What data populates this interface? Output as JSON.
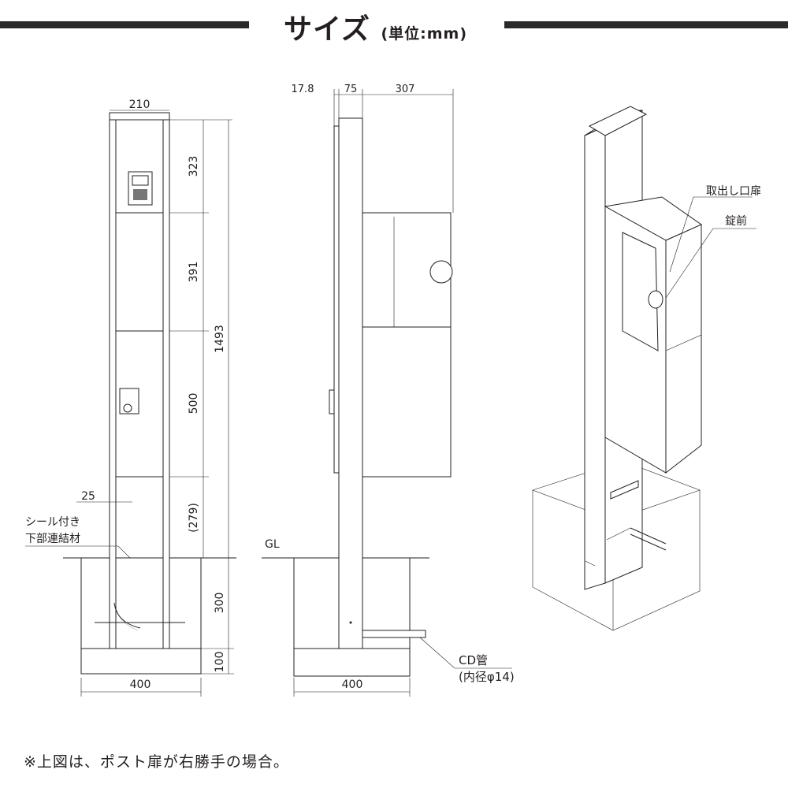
{
  "header": {
    "title": "サイズ",
    "unit": "(単位:mm)"
  },
  "front_view": {
    "width": "210",
    "dims": [
      "323",
      "391",
      "500",
      "(279)"
    ],
    "total": "1493",
    "post_width": "25",
    "depth": "300",
    "gravel": "100",
    "base_width": "400",
    "seal_label_1": "シール付き",
    "seal_label_2": "下部連結材"
  },
  "side_view": {
    "dims": [
      "17.8",
      "75",
      "307"
    ],
    "gl": "GL",
    "base_width": "400",
    "pipe_label": "CD管",
    "pipe_spec": "(内径φ14)"
  },
  "iso_view": {
    "door_label": "取出し口扉",
    "lock_label": "錠前"
  },
  "note": "※上図は、ポスト扉が右勝手の場合。"
}
